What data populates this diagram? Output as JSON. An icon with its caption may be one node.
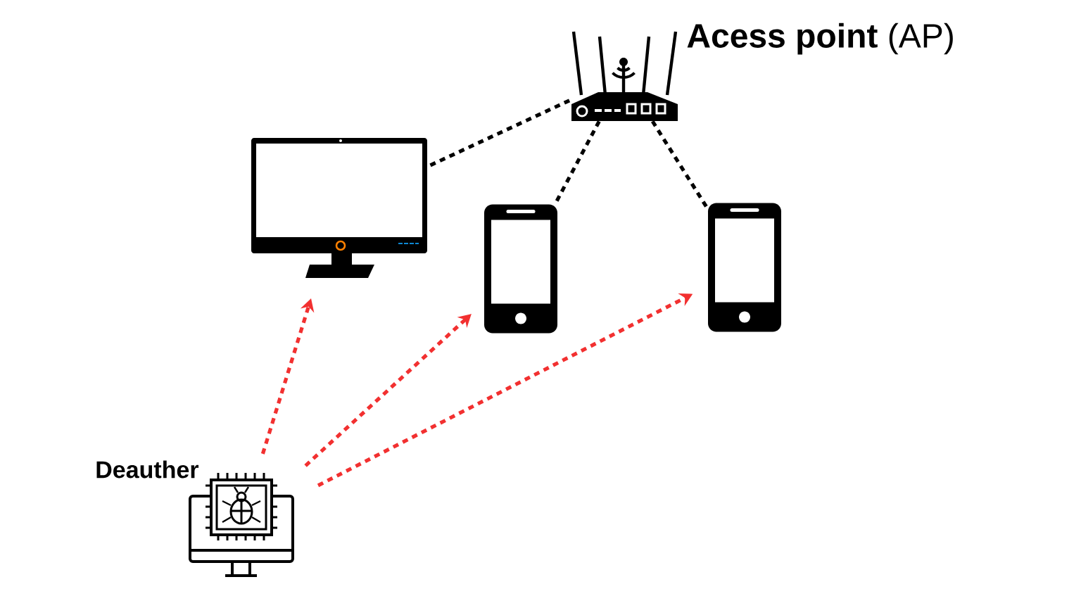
{
  "diagram": {
    "nodes": [
      {
        "text": [],
        "shape": "picture",
        "beside": [
          "**Acess point** (AP)"
        ]
      },
      {
        "text": [],
        "shape": "picture"
      },
      {
        "text": [],
        "shape": "picture"
      },
      {
        "text": [],
        "shape": "picture"
      },
      {
        "text": [],
        "shape": "picture",
        "beside": [
          "Deauther"
        ]
      }
    ],
    "edges": [
      {
        "from": 0,
        "to": 1,
        "arrow": "none",
        "style": "dashed"
      },
      {
        "from": 0,
        "to": 2,
        "arrow": "none",
        "style": "dashed"
      },
      {
        "from": 0,
        "to": 3,
        "arrow": "none",
        "style": "dashed"
      },
      {
        "from": 4,
        "to": 1,
        "arrow": "to",
        "style": "dashed",
        "color": "#f23030"
      },
      {
        "from": 4,
        "to": 2,
        "arrow": "to",
        "style": "dashed",
        "color": "#f23030"
      },
      {
        "from": 4,
        "to": 3,
        "arrow": "to",
        "style": "dashed",
        "color": "#f23030"
      }
    ]
  }
}
